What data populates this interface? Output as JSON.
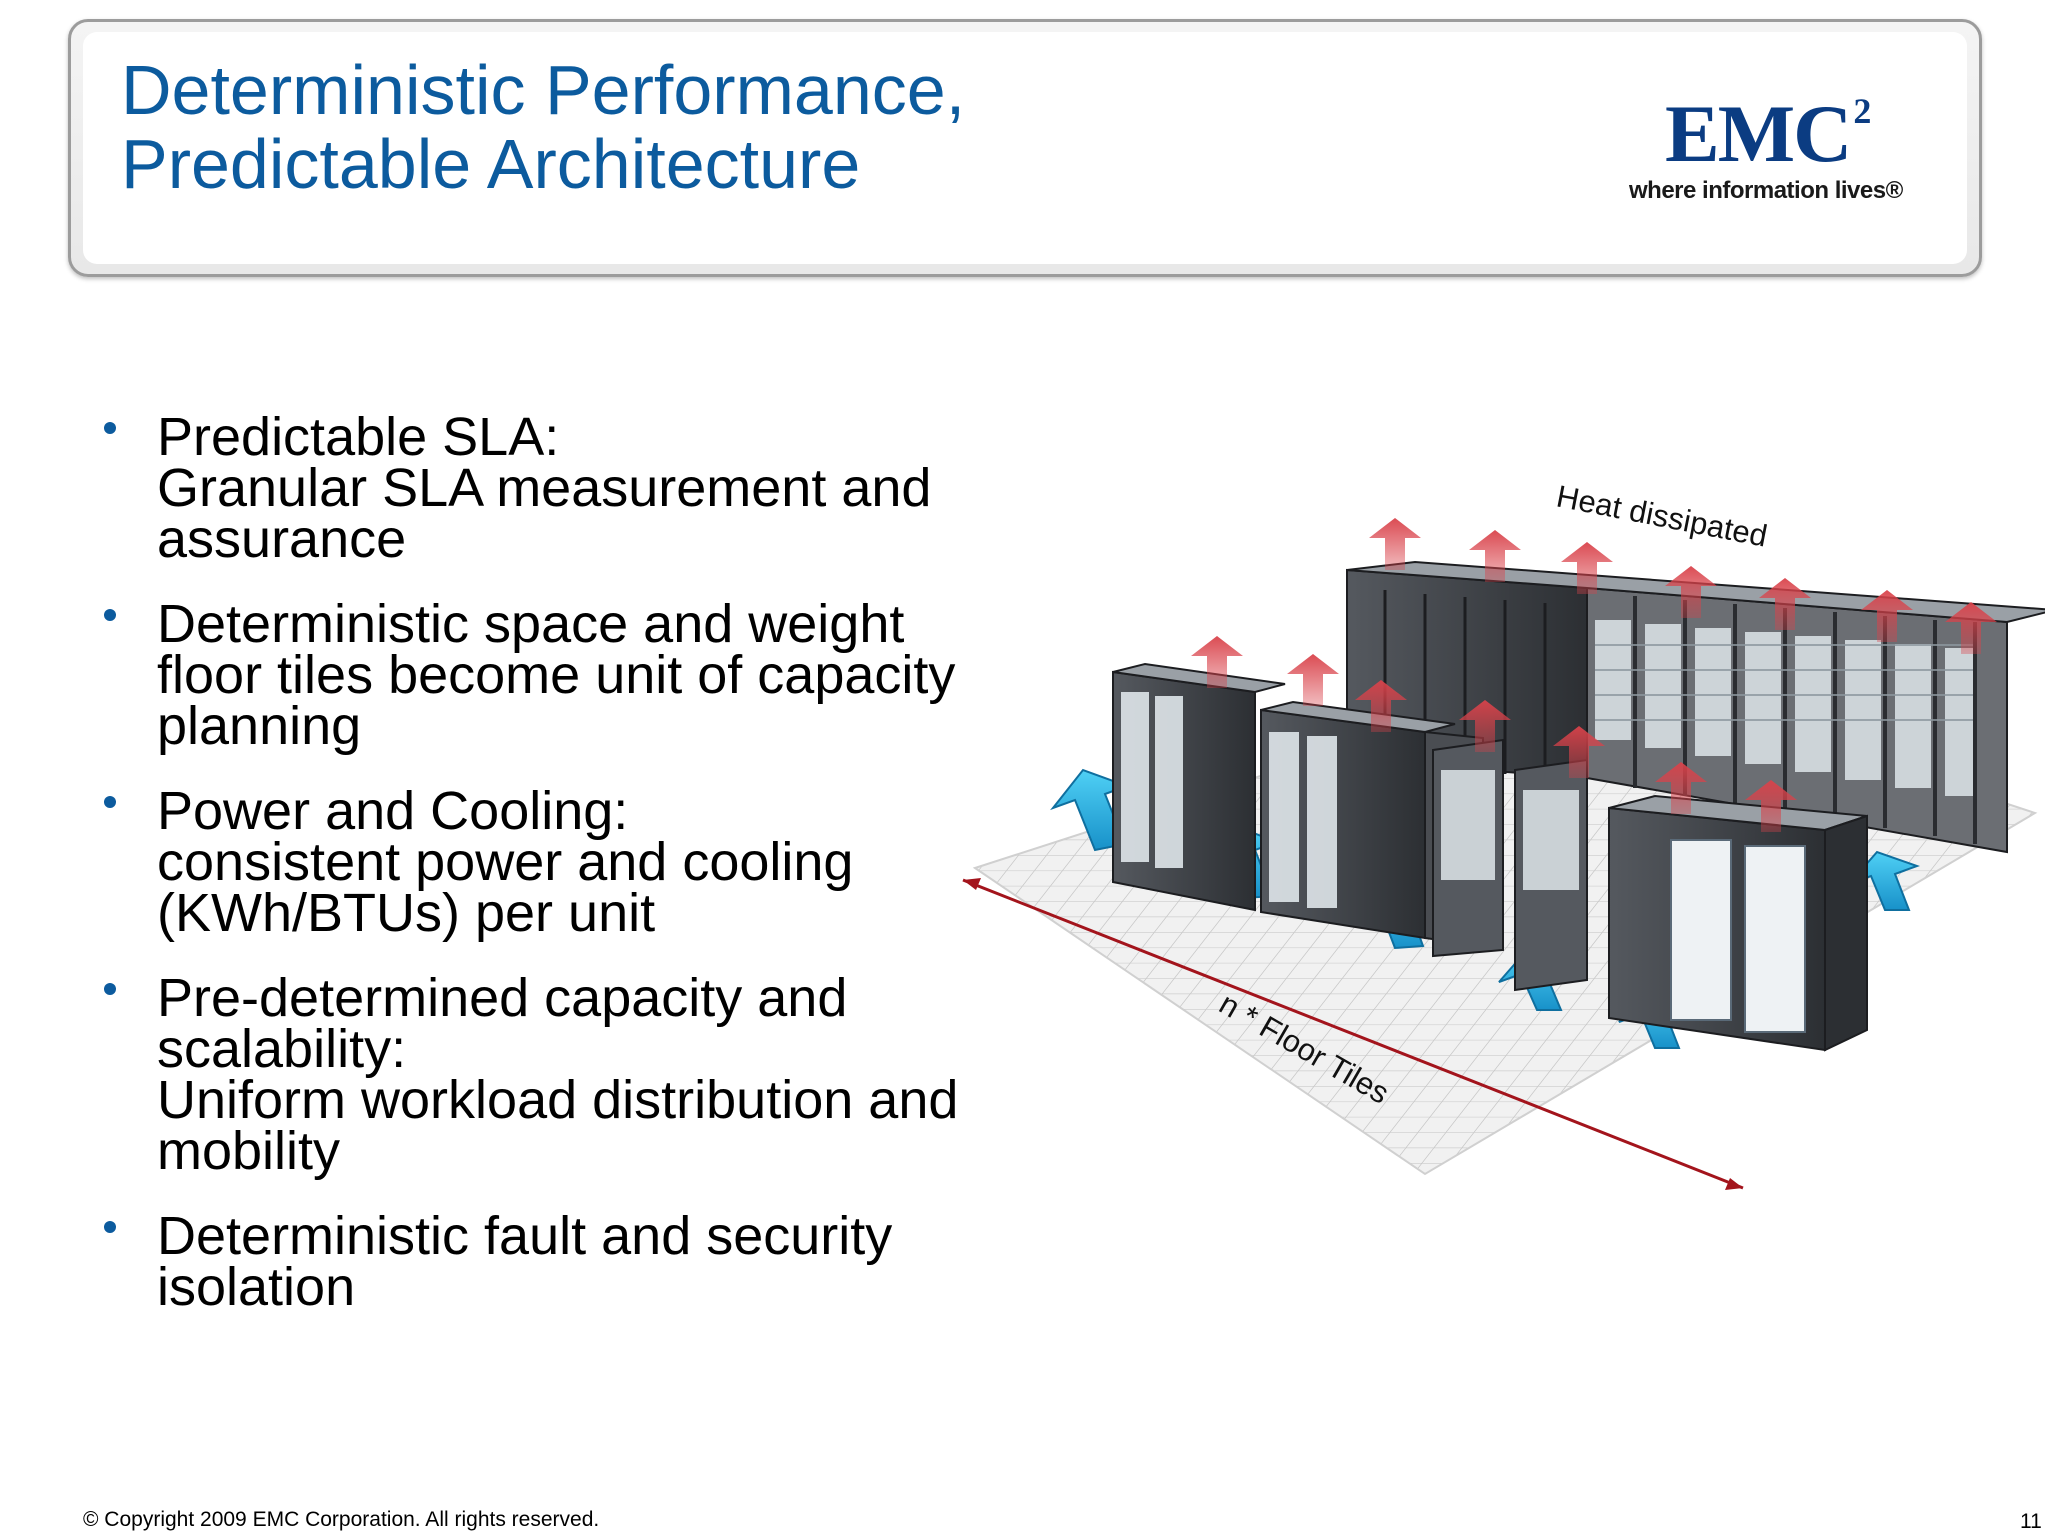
{
  "slide": {
    "title": "Deterministic Performance, Predictable Architecture",
    "page_number": "11"
  },
  "logo": {
    "mark": "EMC",
    "superscript": "2",
    "tagline": "where information lives®"
  },
  "bullets": [
    {
      "lines": [
        "Predictable SLA:",
        "Granular SLA measurement and",
        "assurance"
      ]
    },
    {
      "lines": [
        "Deterministic space and weight",
        "floor tiles become unit of capacity",
        "planning"
      ]
    },
    {
      "lines": [
        "Power and Cooling:",
        "consistent power and cooling",
        "(KWh/BTUs) per unit"
      ]
    },
    {
      "lines": [
        "Pre-determined capacity and",
        "scalability:",
        "Uniform workload distribution and",
        "mobility"
      ]
    },
    {
      "lines": [
        "Deterministic fault and security",
        "isolation"
      ]
    }
  ],
  "illustration": {
    "heat_label": "Heat dissipated",
    "floor_label": "n * Floor Tiles",
    "colors": {
      "heat_arrow": "#d9424a",
      "cool_arrow": "#2fb8e6",
      "dimension_line": "#a3141c",
      "rack": "#3a3d42"
    }
  },
  "footer": {
    "copyright": "© Copyright 2009 EMC Corporation. All rights reserved."
  }
}
